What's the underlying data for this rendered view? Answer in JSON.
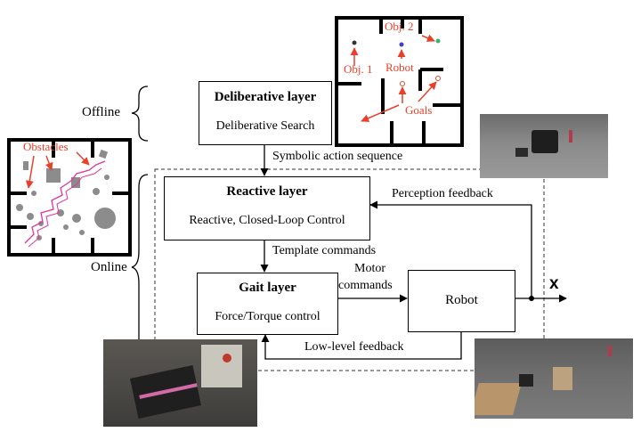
{
  "side_labels": {
    "offline": "Offline",
    "online": "Online"
  },
  "deliberative": {
    "title": "Deliberative layer",
    "subtitle": "Deliberative Search"
  },
  "reactive": {
    "title": "Reactive layer",
    "subtitle": "Reactive, Closed-Loop Control"
  },
  "gait": {
    "title": "Gait layer",
    "subtitle": "Force/Torque control"
  },
  "robot_box": {
    "label": "Robot"
  },
  "edges": {
    "symbolic": "Symbolic action sequence",
    "perception": "Perception feedback",
    "template": "Template commands",
    "motor_line1": "Motor",
    "motor_line2": "commands",
    "lowlevel": "Low-level feedback",
    "output": "x"
  },
  "map_top": {
    "obj2": "Obj. 2",
    "obj1": "Obj. 1",
    "robot": "Robot",
    "goals": "Goals"
  },
  "map_left": {
    "obstacles": "Obstacles"
  },
  "colors": {
    "annotation": "#e8402a",
    "path": "#e0359a",
    "obstacle": "#8c8c8c"
  }
}
